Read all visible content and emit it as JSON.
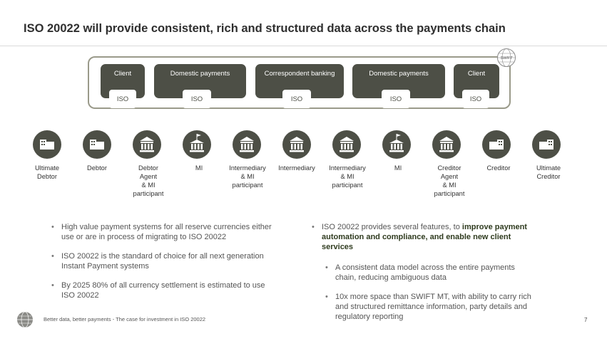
{
  "title": "ISO 20022 will provide consistent, rich and structured data across the payments chain",
  "segments": [
    {
      "label": "Client",
      "iso": "ISO"
    },
    {
      "label": "Domestic payments",
      "iso": "ISO"
    },
    {
      "label": "Correspondent banking",
      "iso": "ISO"
    },
    {
      "label": "Domestic payments",
      "iso": "ISO"
    },
    {
      "label": "Client",
      "iso": "ISO"
    }
  ],
  "logo_text": "SWIFT",
  "nodes": [
    {
      "label": "Ultimate\nDebtor",
      "icon": "person-building-icon"
    },
    {
      "label": "Debtor",
      "icon": "person-building-icon"
    },
    {
      "label": "Debtor\nAgent\n& MI\nparticipant",
      "icon": "bank-icon"
    },
    {
      "label": "MI",
      "icon": "bank-flag-icon"
    },
    {
      "label": "Intermediary\n& MI\nparticipant",
      "icon": "bank-icon"
    },
    {
      "label": "Intermediary",
      "icon": "bank-icon"
    },
    {
      "label": "Intermediary\n& MI\nparticipant",
      "icon": "bank-icon"
    },
    {
      "label": "MI",
      "icon": "bank-flag-icon"
    },
    {
      "label": "Creditor\nAgent\n& MI\nparticipant",
      "icon": "bank-icon"
    },
    {
      "label": "Creditor",
      "icon": "person-building-icon"
    },
    {
      "label": "Ultimate\nCreditor",
      "icon": "person-building-icon"
    }
  ],
  "left_bullets": [
    "High value payment systems for all reserve currencies either use or are in process of migrating to ISO 20022",
    "ISO 20022 is the standard of choice for all next generation Instant Payment systems",
    "By 2025 80% of all currency settlement is estimated to use ISO 20022"
  ],
  "right_intro": {
    "plain": "ISO 20022 provides several features, to ",
    "highlight": "improve payment automation and compliance, and enable new client services"
  },
  "right_bullets": [
    "A consistent data model across the entire payments chain, reducing ambiguous data",
    "10x more space than SWIFT MT, with ability to carry rich and structured remittance information, party details and regulatory reporting"
  ],
  "footer": {
    "text": "Better data, better payments - The case for investment in ISO 20022",
    "page": "7"
  },
  "colors": {
    "segment": "#4d4f46",
    "frame": "#9a9a8a",
    "node": "#4d4f46",
    "highlight": "#2f3b1f"
  }
}
